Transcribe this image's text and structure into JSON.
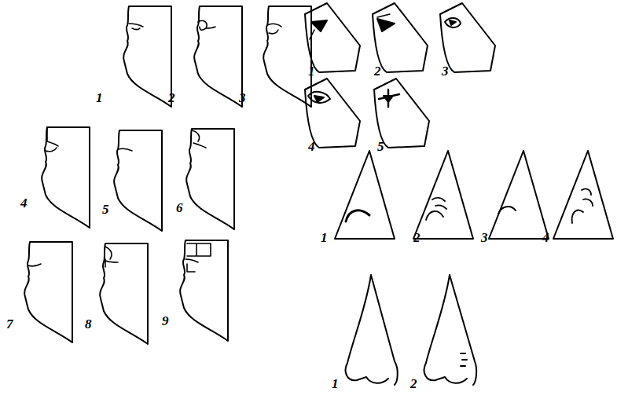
{
  "diagram": {
    "labels": [
      "1",
      "2",
      "3",
      "4",
      "5",
      "6",
      "7",
      "8",
      "9",
      "1",
      "2",
      "3",
      "4",
      "5",
      "1",
      "2",
      "3",
      "4",
      "1",
      "2"
    ]
  }
}
